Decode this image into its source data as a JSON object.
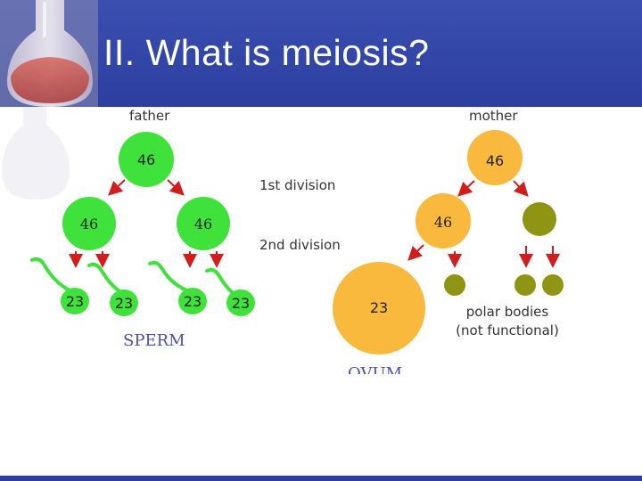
{
  "slide": {
    "title": "II.  What is meiosis?"
  },
  "diagram": {
    "parents": {
      "father": "father",
      "mother": "mother"
    },
    "divisions": {
      "first": "1st division",
      "second": "2nd division"
    },
    "father_cell": "46",
    "father_daughters": [
      "46",
      "46"
    ],
    "sperm": [
      "23",
      "23",
      "23",
      "23"
    ],
    "sperm_label": "SPERM",
    "mother_cell": "46",
    "mother_daughter": "46",
    "ovum": "23",
    "ovum_label": "OVUM",
    "polar_bodies": [
      "polar bodies",
      "(not functional)"
    ],
    "colors": {
      "male": "#3ee23a",
      "female": "#f8b93c",
      "polar": "#8f9413",
      "arrow": "#d21d1d",
      "header": "#2c3f9f"
    }
  }
}
